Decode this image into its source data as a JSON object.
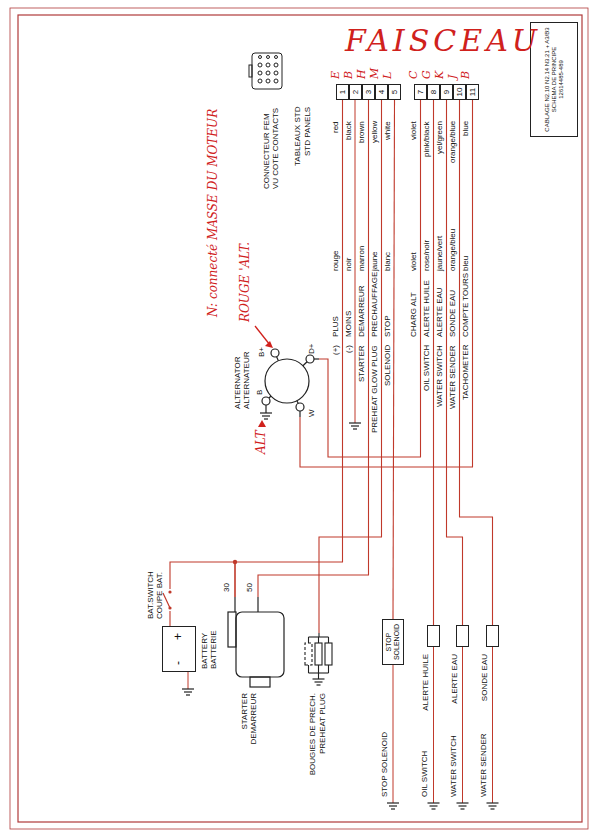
{
  "diagram": {
    "nodes": [
      {
        "text": [
          "BATTERY",
          "BATTERIE",
          "-",
          "+"
        ]
      },
      {
        "text": [
          "STARTER",
          "DEMARREUR"
        ]
      },
      {
        "text": [
          "BOUGIES DE PRECH.",
          "PREHEAT PLUG"
        ]
      },
      {
        "text": [
          "STOP SOLENOID"
        ]
      },
      {
        "text": [
          "ALERTE HUILE"
        ]
      },
      {
        "text": [
          "ALERTE EAU"
        ]
      },
      {
        "text": [
          "SONDE EAU"
        ]
      },
      {
        "text": [
          "ALTERNATOR",
          "ALTERNATEUR",
          "B",
          "W",
          "D+",
          "B+"
        ]
      },
      {
        "text": [
          "1"
        ]
      },
      {
        "text": [
          "2"
        ]
      },
      {
        "text": [
          "3"
        ]
      },
      {
        "text": [
          "4"
        ]
      },
      {
        "text": [
          "5"
        ]
      },
      {
        "text": [
          "7"
        ]
      },
      {
        "text": [
          "8"
        ]
      },
      {
        "text": [
          "9"
        ]
      },
      {
        "text": [
          "10"
        ]
      },
      {
        "text": [
          "11"
        ]
      },
      {
        "text": [
          "CABLAGE N2.10 N2.14 N3.21 + A3/B3",
          "SCHEMA DE PRINCIPE",
          "12614485-489"
        ]
      }
    ],
    "edges": [
      {
        "from": 8,
        "to": 1,
        "arrow": "none"
      },
      {
        "from": 10,
        "to": 1,
        "arrow": "none"
      },
      {
        "from": 11,
        "to": 2,
        "arrow": "none"
      },
      {
        "from": 12,
        "to": 3,
        "arrow": "none"
      },
      {
        "from": 13,
        "to": 7,
        "arrow": "none"
      },
      {
        "from": 14,
        "to": 4,
        "arrow": "none"
      },
      {
        "from": 15,
        "to": 5,
        "arrow": "none"
      },
      {
        "from": 16,
        "to": 6,
        "arrow": "none"
      },
      {
        "from": 17,
        "to": 7,
        "arrow": "none"
      },
      {
        "from": 0,
        "to": 1,
        "arrow": "none"
      }
    ],
    "labels": [
      "(+)",
      "PLUS",
      "rouge",
      "red",
      "E",
      "(-)",
      "MOINS",
      "noir",
      "black",
      "B",
      "STARTER",
      "DEMARREUR",
      "marron",
      "brown",
      "H",
      "PREHEAT GLOW PLUG",
      "PRECHAUFFAGE",
      "jaune",
      "yellow",
      "M",
      "SOLENOID",
      "STOP",
      "blanc",
      "white",
      "L",
      "CHARG ALT",
      "violet",
      "violet",
      "C",
      "OIL SWITCH",
      "ALERTE HUILE",
      "rose/noir",
      "pink/black",
      "G",
      "WATER SWITCH",
      "ALERTE EAU",
      "jaune/vert",
      "yel/green",
      "K",
      "WATER SENDER",
      "SONDE EAU",
      "orange/bleu",
      "orange/blue",
      "J",
      "TACHOMETER",
      "COMPTE TOURS",
      "bleu",
      "blue",
      "B",
      "TABLEAUX STD",
      "STD PANELS",
      "CONNECTEUR FEM VU COTE CONTACTS",
      "BAT.SWITCH",
      "COUPE BAT.",
      "30",
      "50",
      "STOP SOLENOID",
      "OIL SWITCH",
      "WATER SWITCH",
      "WATER SENDER",
      "N: connecté MASSE DU MOTEUR",
      "ROUGE 'ALT.",
      "ALT",
      "FAISCEAU"
    ]
  }
}
